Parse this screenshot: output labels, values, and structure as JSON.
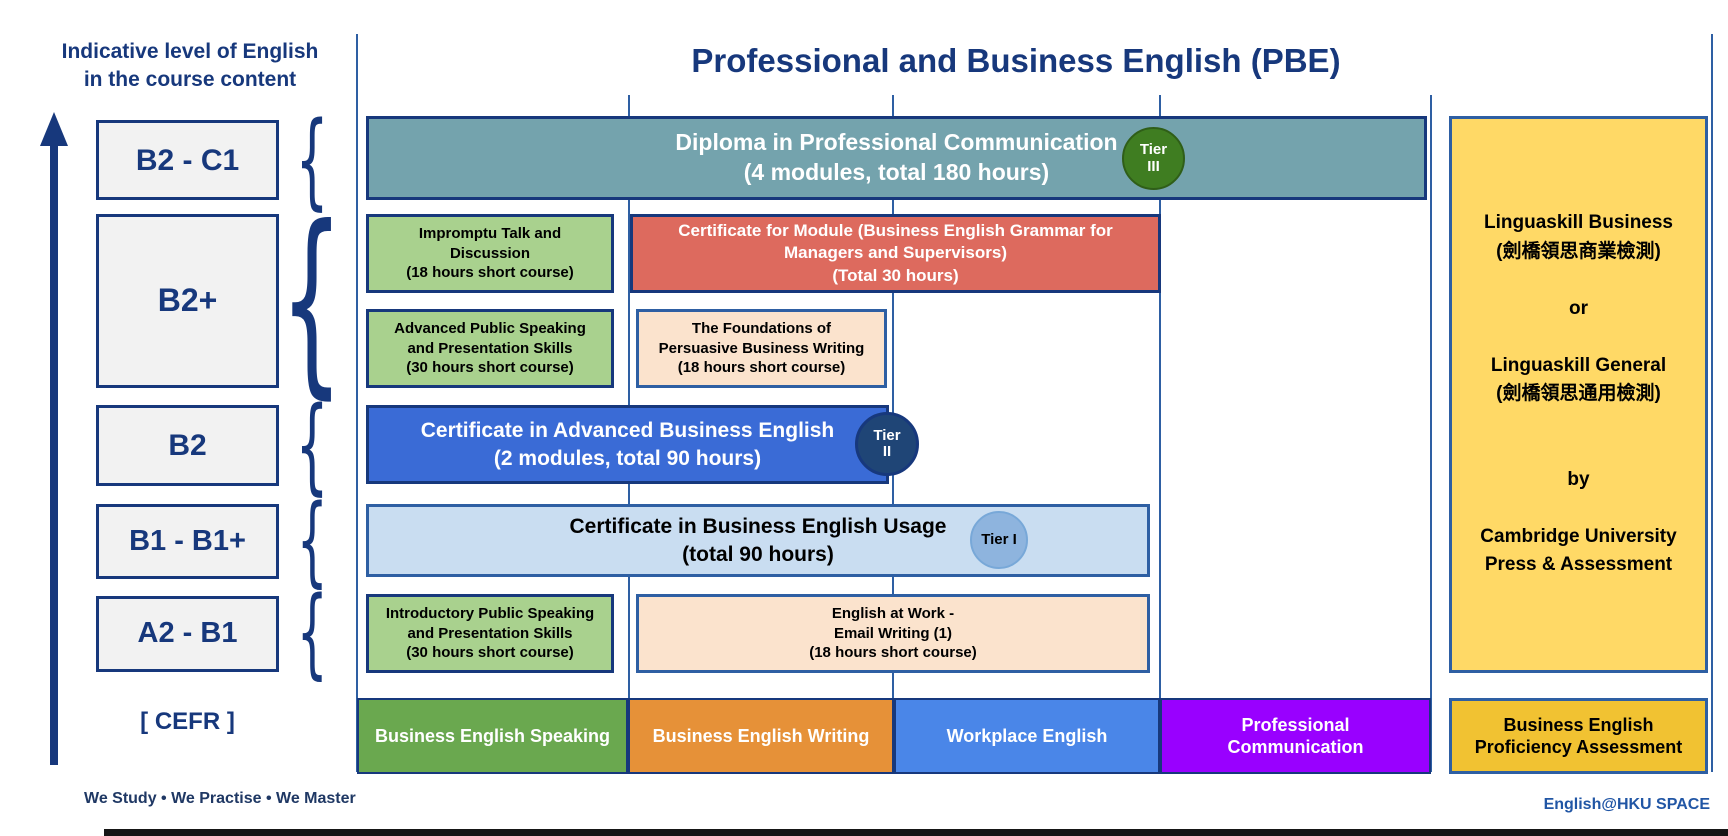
{
  "header": {
    "title": "Professional and Business English (PBE)"
  },
  "left_panel": {
    "heading": "Indicative level of English\nin the course content",
    "levels": [
      "B2 - C1",
      "B2+",
      "B2",
      "B1 - B1+",
      "A2 - B1"
    ],
    "cefr_label": "[ CEFR ]"
  },
  "courses": {
    "diploma": {
      "text": "Diploma in Professional Communication\n(4 modules, total 180 hours)",
      "tier": "Tier\nIII"
    },
    "impromptu_talk": {
      "text": "Impromptu Talk and\nDiscussion\n(18 hours short course)"
    },
    "certificate_module_grammar": {
      "text": "Certificate for Module (Business English Grammar for\nManagers and Supervisors)\n(Total 30 hours)"
    },
    "advanced_public_speaking": {
      "text": "Advanced Public Speaking\nand Presentation Skills\n(30 hours short course)"
    },
    "persuasive_business_writing": {
      "text": "The Foundations of\nPersuasive Business Writing\n(18 hours short course)"
    },
    "certificate_advanced_business_english": {
      "text": "Certificate in Advanced Business English\n(2 modules, total 90 hours)",
      "tier": "Tier\nII"
    },
    "certificate_business_english_usage": {
      "text": "Certificate in Business English Usage\n(total 90 hours)",
      "tier": "Tier I"
    },
    "introductory_public_speaking": {
      "text": "Introductory Public Speaking\nand Presentation Skills\n(30 hours short course)"
    },
    "english_at_work_email_writing": {
      "text": "English at Work -\nEmail Writing (1)\n(18 hours short course)"
    }
  },
  "categories": [
    {
      "label": "Business English Speaking"
    },
    {
      "label": "Business English Writing"
    },
    {
      "label": "Workplace English"
    },
    {
      "label": "Professional\nCommunication"
    },
    {
      "label": "Business English\nProficiency Assessment"
    }
  ],
  "assessment_panel": {
    "text": "Linguaskill Business\n(劍橋領思商業檢測)\n\nor\n\nLinguaskill General\n(劍橋領思通用檢測)\n\n\nby\n\nCambridge University\nPress & Assessment"
  },
  "footer": {
    "motto": "We Study • We Practise • We Master",
    "brand": "English@HKU SPACE"
  },
  "colors": {
    "primary_text": "#17387c",
    "diploma_bar": "#74a3ad",
    "tier3_circle": "#3f7d21",
    "green_course": "#a9d18e",
    "red_course": "#dd6a5e",
    "cream_course": "#fbe3cd",
    "blue_bar": "#3a6bd6",
    "tier2_circle": "#1f4576",
    "light_blue_bar": "#c9ddf1",
    "tier1_circle": "#8eb4de",
    "category_speaking": "#6aa84f",
    "category_writing": "#e69138",
    "category_workplace": "#4a86e8",
    "category_professional": "#9900ff",
    "category_assessment": "#f1c232",
    "assessment_panel": "#ffd966"
  }
}
